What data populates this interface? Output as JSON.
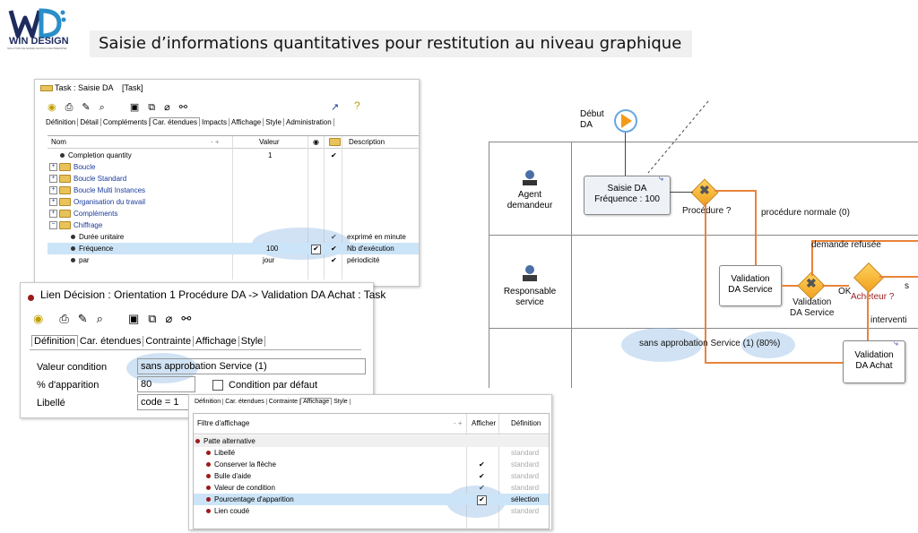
{
  "header": {
    "logo_text": "WIN DESIGN",
    "logo_sub": "SOLUTION DE MODÉLISATION D'ENTREPRISE",
    "title": "Saisie d’informations quantitatives pour restitution au niveau graphique"
  },
  "task_panel": {
    "window_title": "Task : Saisie DA    [Task]",
    "tabs": [
      "Définition",
      "Détail",
      "Compléments",
      "Car. étendues",
      "Impacts",
      "Affichage",
      "Style",
      "Administration"
    ],
    "columns": [
      "Nom",
      "Valeur",
      "Description"
    ],
    "rows": [
      {
        "name": "Completion quantity",
        "value": "1",
        "check": "✔",
        "desc": ""
      },
      {
        "name": "Boucle",
        "value": "",
        "check": "",
        "desc": ""
      },
      {
        "name": "Boucle Standard",
        "value": "",
        "check": "",
        "desc": ""
      },
      {
        "name": "Boucle Multi Instances",
        "value": "",
        "check": "",
        "desc": ""
      },
      {
        "name": "Organisation du travail",
        "value": "",
        "check": "",
        "desc": ""
      },
      {
        "name": "Compléments",
        "value": "",
        "check": "",
        "desc": ""
      },
      {
        "name": "Chiffrage",
        "value": "",
        "check": "",
        "desc": ""
      },
      {
        "name": "Durée unitaire",
        "value": "",
        "check": "✔",
        "desc": "exprimé en minute"
      },
      {
        "name": "Fréquence",
        "value": "100",
        "check": "✔",
        "desc": "Nb d'exécution"
      },
      {
        "name": "par",
        "value": "jour",
        "check": "✔",
        "desc": "périodicité"
      }
    ]
  },
  "link_panel": {
    "window_title": "Lien Décision : Orientation 1 Procédure DA -> Validation DA Achat : Task",
    "tabs": [
      "Définition",
      "Car. étendues",
      "Contrainte",
      "Affichage",
      "Style"
    ],
    "fields": {
      "valeur_label": "Valeur condition",
      "valeur_value": "sans approbation Service (1)",
      "apparition_label": "% d'apparition",
      "apparition_value": "80",
      "defaut_label": "Condition par défaut",
      "libelle_label": "Libellé",
      "libelle_value": "code = 1"
    }
  },
  "display_panel": {
    "tabs": [
      "Définition",
      "Car. étendues",
      "Contrainte",
      "Affichage",
      "Style"
    ],
    "columns": [
      "Filtre d'affichage",
      "Afficher",
      "Définition"
    ],
    "group": "Patte alternative",
    "rows": [
      {
        "name": "Libellé",
        "check": "",
        "def": "standard"
      },
      {
        "name": "Conserver la flèche",
        "check": "✔",
        "def": "standard"
      },
      {
        "name": "Bulle d'aide",
        "check": "✔",
        "def": "standard"
      },
      {
        "name": "Valeur de condition",
        "check": "✔",
        "def": "standard"
      },
      {
        "name": "Pourcentage d'apparition",
        "check": "✔",
        "def": "sélection"
      },
      {
        "name": "Lien coudé",
        "check": "",
        "def": "standard"
      }
    ]
  },
  "diagram": {
    "start_label": "Début\nDA",
    "lane1": "Agent\ndemandeur",
    "lane2": "Responsable\nservice",
    "task1": "Saisie DA\nFréquence : 100",
    "gw1": "Procédure ?",
    "flow1": "procédure normale (0)",
    "flow2": "demande refusée",
    "task2": "Validation\nDA Service",
    "gw2": "Validation\nDA Service",
    "ok": "OK",
    "gw3": "Acheteur ?",
    "s_frag": "s",
    "interv": "interventi",
    "flow_pct": "sans approbation Service (1) (80%)",
    "task3": "Validation\nDA Achat"
  },
  "colors": {
    "accent": "#e8843a",
    "highlight": "#cce4f7",
    "gateway": "#f5b431"
  }
}
